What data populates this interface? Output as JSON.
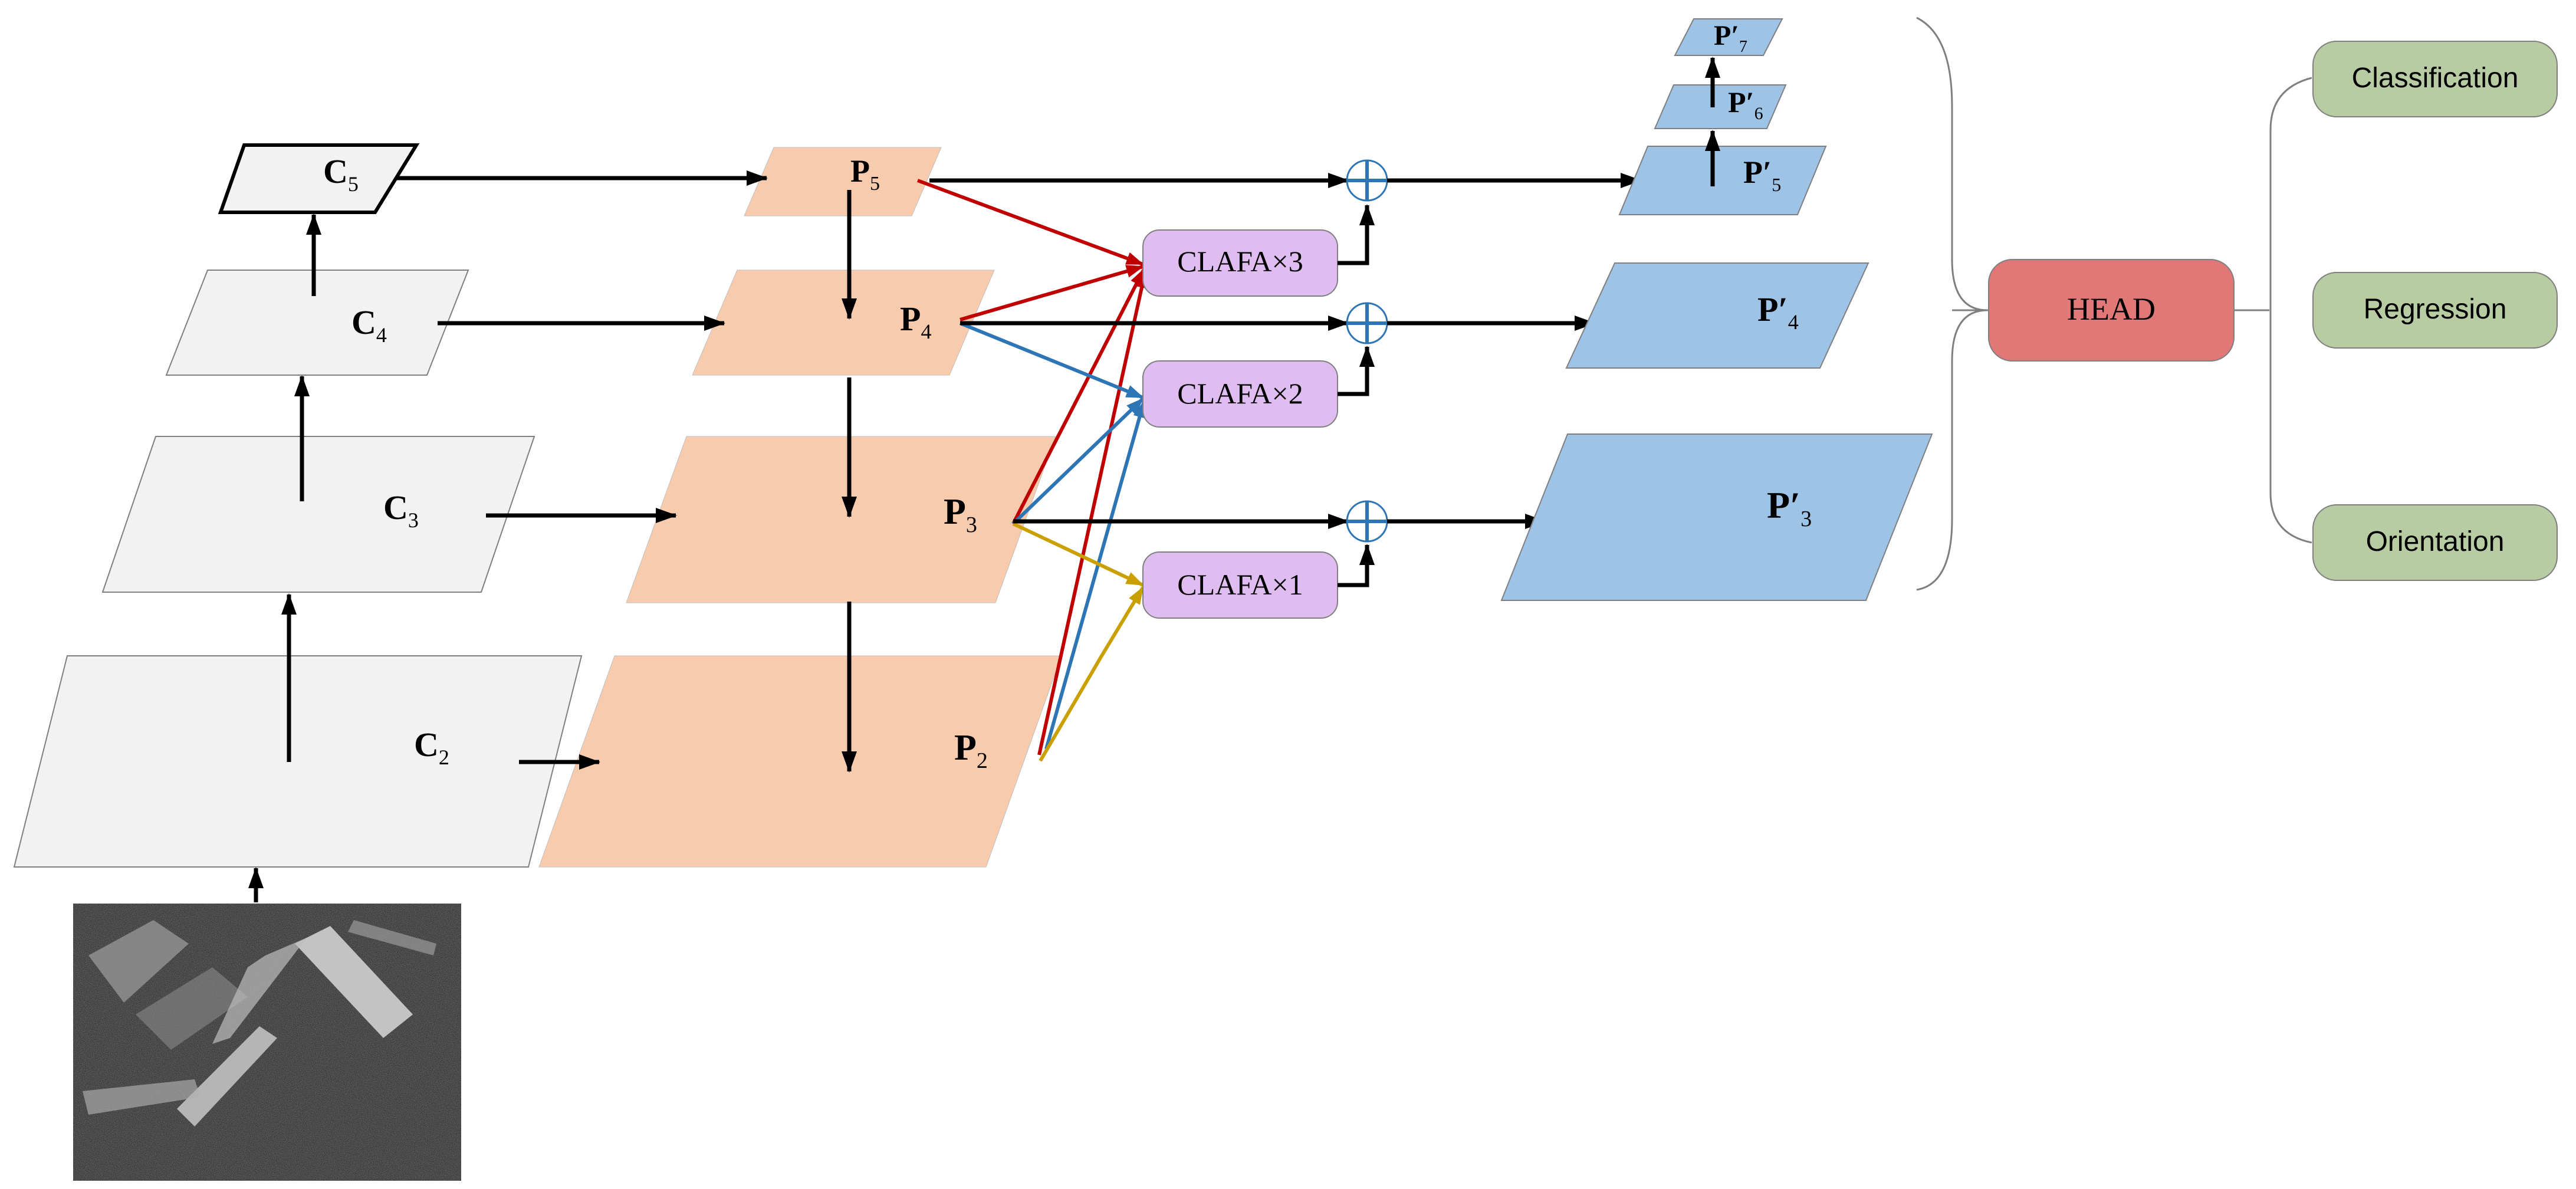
{
  "backbone": {
    "c5": {
      "main": "C",
      "sub": "5"
    },
    "c4": {
      "main": "C",
      "sub": "4"
    },
    "c3": {
      "main": "C",
      "sub": "3"
    },
    "c2": {
      "main": "C",
      "sub": "2"
    }
  },
  "pyramid": {
    "p5": {
      "main": "P",
      "sub": "5"
    },
    "p4": {
      "main": "P",
      "sub": "4"
    },
    "p3": {
      "main": "P",
      "sub": "3"
    },
    "p2": {
      "main": "P",
      "sub": "2"
    }
  },
  "outputs": {
    "p7": {
      "main": "P′",
      "sub": "7"
    },
    "p6": {
      "main": "P′",
      "sub": "6"
    },
    "p5": {
      "main": "P′",
      "sub": "5"
    },
    "p4": {
      "main": "P′",
      "sub": "4"
    },
    "p3": {
      "main": "P′",
      "sub": "3"
    }
  },
  "clafa": {
    "c3": "CLAFA×3",
    "c2": "CLAFA×2",
    "c1": "CLAFA×1"
  },
  "head": "HEAD",
  "tasks": [
    "Classification",
    "Regression",
    "Orientation"
  ],
  "colors": {
    "backbone_fill": "#f2f2f2",
    "pyramid_fill": "#f8cbad",
    "output_fill": "#9dc3e6",
    "clafa_fill": "#e0bdf0",
    "head_fill": "#e07878",
    "task_fill": "#b8cca4",
    "arrow_red": "#c00000",
    "arrow_blue": "#2e75b6",
    "arrow_gold": "#c9a000"
  }
}
